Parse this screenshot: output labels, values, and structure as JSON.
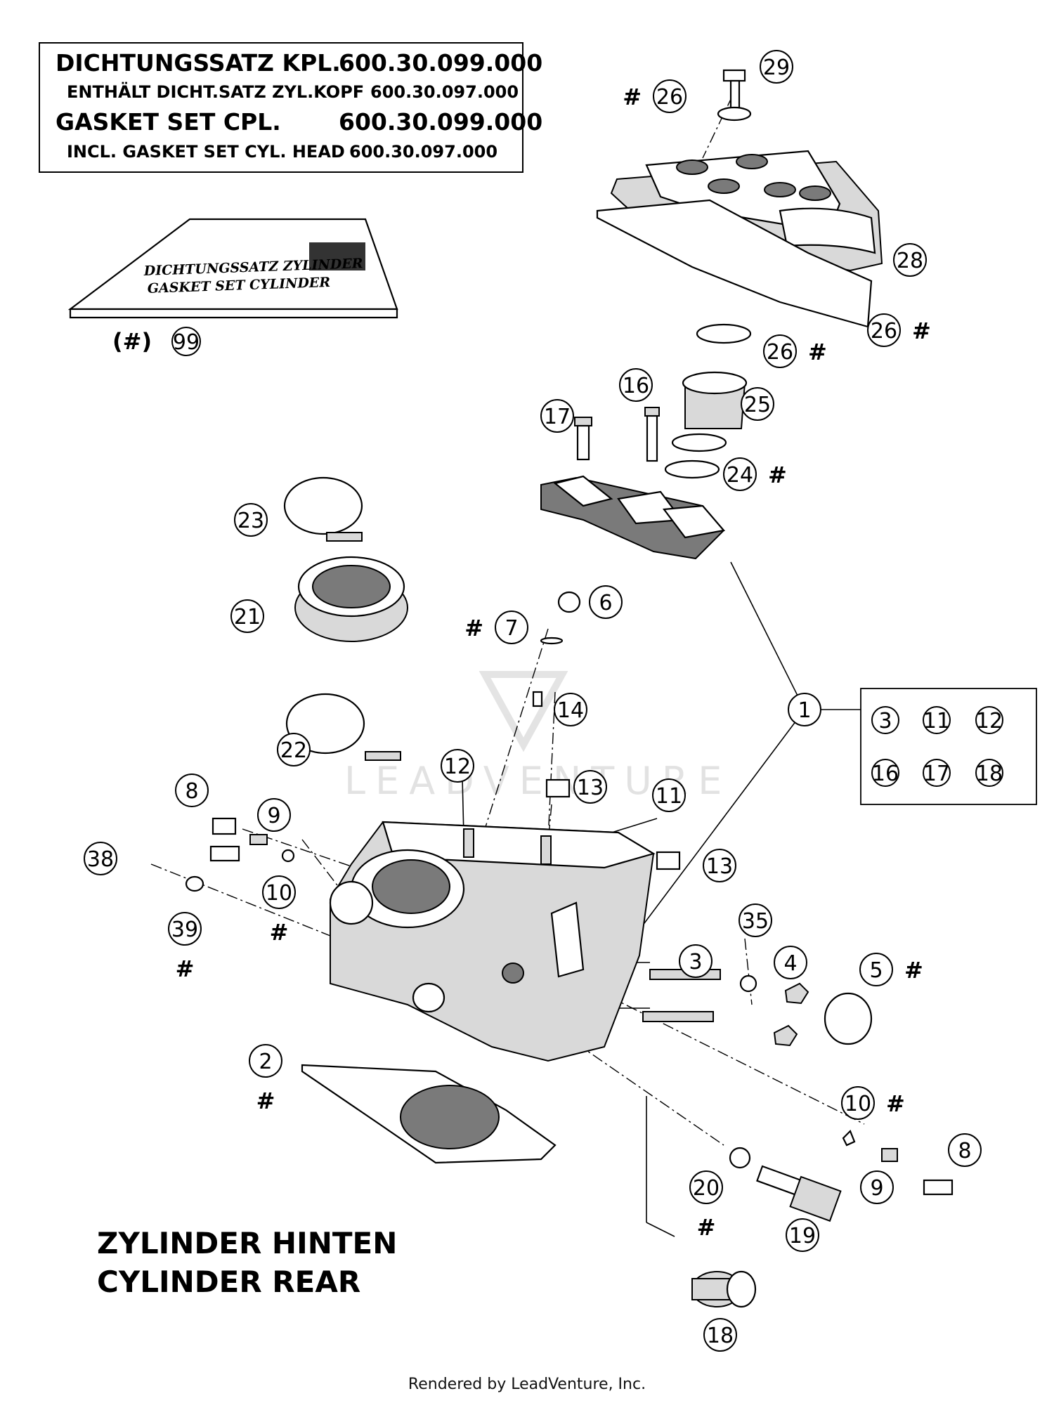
{
  "info_box": {
    "line1_label": "DICHTUNGSSATZ KPL.",
    "line1_number": "600.30.099.000",
    "line2_label": "ENTHÄLT DICHT.SATZ ZYL.KOPF",
    "line2_number": "600.30.097.000",
    "line3_label": "GASKET SET CPL.",
    "line3_number": "600.30.099.000",
    "line4_label": "INCL. GASKET SET CYL. HEAD",
    "line4_number": "600.30.097.000"
  },
  "gasket_package": {
    "line1": "DICHTUNGSSATZ ZYLINDER",
    "line2": "GASKET SET CYLINDER",
    "marker": "(#)",
    "part": "99"
  },
  "kit_box": {
    "parts": [
      "3",
      "11",
      "12",
      "16",
      "17",
      "18"
    ]
  },
  "callouts": [
    {
      "id": "c29",
      "label": "29",
      "hash": ""
    },
    {
      "id": "c26a",
      "label": "26",
      "hash": "#"
    },
    {
      "id": "c28",
      "label": "28",
      "hash": ""
    },
    {
      "id": "c26b",
      "label": "26",
      "hash": "#"
    },
    {
      "id": "c26c",
      "label": "26",
      "hash": "#"
    },
    {
      "id": "c25",
      "label": "25",
      "hash": ""
    },
    {
      "id": "c16",
      "label": "16",
      "hash": ""
    },
    {
      "id": "c17",
      "label": "17",
      "hash": ""
    },
    {
      "id": "c24",
      "label": "24",
      "hash": "#"
    },
    {
      "id": "c23",
      "label": "23",
      "hash": ""
    },
    {
      "id": "c21",
      "label": "21",
      "hash": ""
    },
    {
      "id": "c6",
      "label": "6",
      "hash": ""
    },
    {
      "id": "c7",
      "label": "7",
      "hash": "#"
    },
    {
      "id": "c14",
      "label": "14",
      "hash": ""
    },
    {
      "id": "c22",
      "label": "22",
      "hash": ""
    },
    {
      "id": "c1",
      "label": "1",
      "hash": ""
    },
    {
      "id": "c12",
      "label": "12",
      "hash": ""
    },
    {
      "id": "c13a",
      "label": "13",
      "hash": ""
    },
    {
      "id": "c11",
      "label": "11",
      "hash": ""
    },
    {
      "id": "c8a",
      "label": "8",
      "hash": ""
    },
    {
      "id": "c9a",
      "label": "9",
      "hash": ""
    },
    {
      "id": "c38",
      "label": "38",
      "hash": ""
    },
    {
      "id": "c10a",
      "label": "10",
      "hash": "#"
    },
    {
      "id": "c39",
      "label": "39",
      "hash": "#"
    },
    {
      "id": "c13b",
      "label": "13",
      "hash": ""
    },
    {
      "id": "c35",
      "label": "35",
      "hash": ""
    },
    {
      "id": "c3",
      "label": "3",
      "hash": ""
    },
    {
      "id": "c4",
      "label": "4",
      "hash": ""
    },
    {
      "id": "c5",
      "label": "5",
      "hash": "#"
    },
    {
      "id": "c2",
      "label": "2",
      "hash": "#"
    },
    {
      "id": "c10b",
      "label": "10",
      "hash": "#"
    },
    {
      "id": "c8b",
      "label": "8",
      "hash": ""
    },
    {
      "id": "c9b",
      "label": "9",
      "hash": ""
    },
    {
      "id": "c20",
      "label": "20",
      "hash": "#"
    },
    {
      "id": "c19",
      "label": "19",
      "hash": ""
    },
    {
      "id": "c18",
      "label": "18",
      "hash": ""
    }
  ],
  "watermark": "LEADVENTURE",
  "title_de": "ZYLINDER HINTEN",
  "title_en": "CYLINDER REAR",
  "footer": "Rendered by LeadVenture, Inc."
}
